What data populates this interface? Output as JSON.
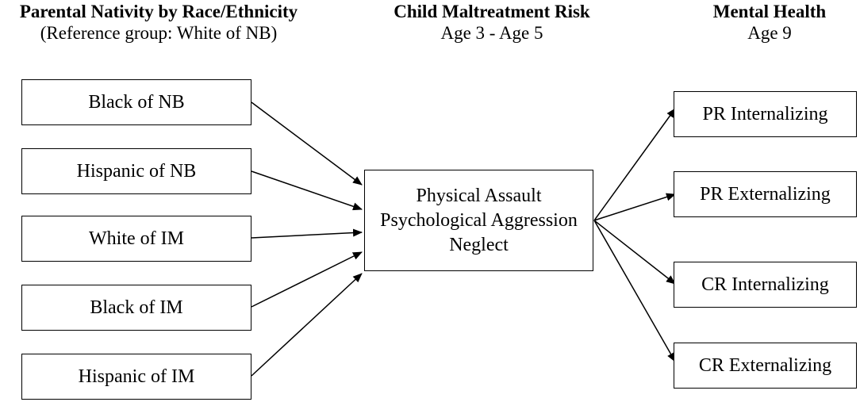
{
  "headers": {
    "left": {
      "title": "Parental Nativity by Race/Ethnicity",
      "subtitle": "(Reference group: White of NB)"
    },
    "middle": {
      "title": "Child Maltreatment Risk",
      "subtitle": "Age 3 - Age 5"
    },
    "right": {
      "title": "Mental Health",
      "subtitle": "Age 9"
    }
  },
  "left_boxes": [
    "Black of NB",
    "Hispanic of NB",
    "White of IM",
    "Black of IM",
    "Hispanic of IM"
  ],
  "center_box": {
    "lines": [
      "Physical Assault",
      "Psychological Aggression",
      "Neglect"
    ]
  },
  "right_boxes": [
    "PR Internalizing",
    "PR Externalizing",
    "CR Internalizing",
    "CR Externalizing"
  ],
  "edges": [
    {
      "from": "Black of NB",
      "to": "center"
    },
    {
      "from": "Hispanic of NB",
      "to": "center"
    },
    {
      "from": "White of IM",
      "to": "center"
    },
    {
      "from": "Black of IM",
      "to": "center"
    },
    {
      "from": "Hispanic of IM",
      "to": "center"
    },
    {
      "from": "center",
      "to": "PR Internalizing"
    },
    {
      "from": "center",
      "to": "PR Externalizing"
    },
    {
      "from": "center",
      "to": "CR Internalizing"
    },
    {
      "from": "center",
      "to": "CR Externalizing"
    }
  ]
}
